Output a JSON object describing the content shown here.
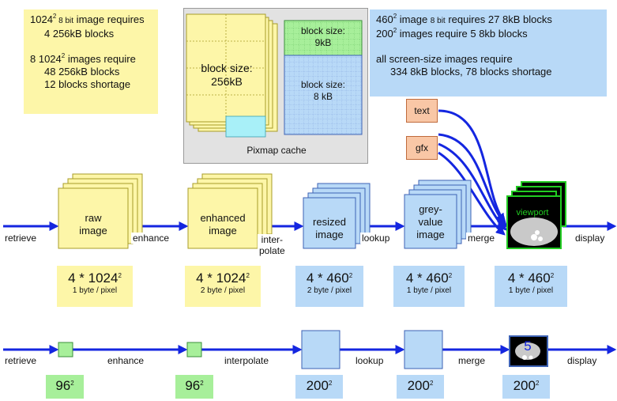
{
  "notes": {
    "left": {
      "lines": [
        {
          "pre": "1024",
          "sup": "2",
          "small": " 8 bit",
          "post": " image requires"
        },
        {
          "indent": true,
          "text": "4 256kB blocks"
        },
        {
          "blank": true
        },
        {
          "pre": "8 1024",
          "sup": "2",
          "post": " images require"
        },
        {
          "indent": true,
          "text": "48 256kB blocks"
        },
        {
          "indent": true,
          "text": "12 blocks shortage"
        }
      ]
    },
    "right": {
      "lines": [
        {
          "pre": "460",
          "sup": "2",
          "post": " image ",
          "small": "8 bit",
          "post2": " requires 27 8kB blocks"
        },
        {
          "pre": "200",
          "sup": "2",
          "post": " images require 5 8kb blocks"
        },
        {
          "blank": true
        },
        {
          "text": "all screen-size images require"
        },
        {
          "indent": true,
          "text": "334 8kB blocks, 78 blocks shortage"
        }
      ]
    }
  },
  "cache": {
    "label": "Pixmap cache",
    "block_256": {
      "line1": "block size:",
      "line2": "256kB"
    },
    "block_9": {
      "line1": "block size:",
      "line2": "9kB"
    },
    "block_8": {
      "line1": "block size:",
      "line2": "8 kB"
    }
  },
  "tags": {
    "text": "text",
    "gfx": "gfx"
  },
  "stages": [
    {
      "label_lines": [
        "raw",
        "image"
      ],
      "size_base": "4 * 1024",
      "size_sup": "2",
      "size_sub": "1 byte / pixel",
      "color": "yellow"
    },
    {
      "label_lines": [
        "enhanced",
        "image"
      ],
      "size_base": "4 * 1024",
      "size_sup": "2",
      "size_sub": "2 byte / pixel",
      "color": "yellow"
    },
    {
      "label_lines": [
        "resized",
        "image"
      ],
      "size_base": "4 * 460",
      "size_sup": "2",
      "size_sub": "2 byte / pixel",
      "color": "blue"
    },
    {
      "label_lines": [
        "grey-",
        "value",
        "image"
      ],
      "size_base": "4 * 460",
      "size_sup": "2",
      "size_sub": "1 byte / pixel",
      "color": "blue"
    },
    {
      "label_lines": [
        "viewport"
      ],
      "size_base": "4 * 460",
      "size_sup": "2",
      "size_sub": "1 byte / pixel",
      "color": "blue"
    }
  ],
  "flow_top": [
    "retrieve",
    "enhance",
    "inter-",
    "polate",
    "lookup",
    "merge",
    "display"
  ],
  "flow_bottom": [
    "retrieve",
    "enhance",
    "interpolate",
    "lookup",
    "merge",
    "display"
  ],
  "thumb_number": "5",
  "bottom_sizes": [
    {
      "base": "96",
      "sup": "2",
      "color": "green"
    },
    {
      "base": "96",
      "sup": "2",
      "color": "green"
    },
    {
      "base": "200",
      "sup": "2",
      "color": "blue"
    },
    {
      "base": "200",
      "sup": "2",
      "color": "blue"
    },
    {
      "base": "200",
      "sup": "2",
      "color": "blue"
    }
  ],
  "colors": {
    "arrow": "#1426e0",
    "yellow": "#fdf6a8",
    "blue": "#b8d9f7",
    "green": "#a7ef9a",
    "viewport_border": "#22cc22"
  }
}
